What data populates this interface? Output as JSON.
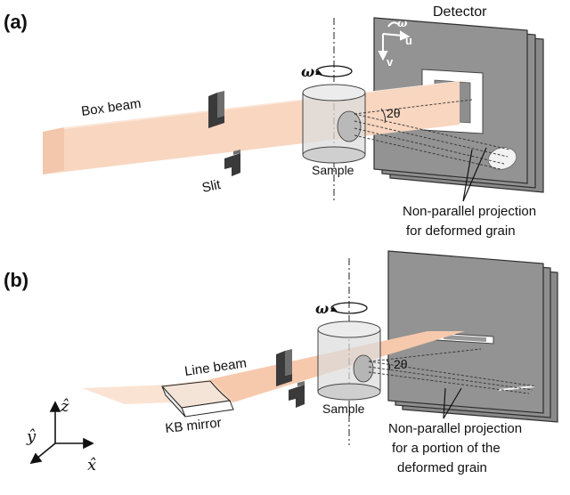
{
  "panel_a": {
    "label": "(a)",
    "beam": "Box beam",
    "slit": "Slit",
    "sample": "Sample",
    "omega": "ω",
    "detector": "Detector",
    "det_omega": "ω",
    "det_u": "u",
    "det_v": "v",
    "two_theta": "2θ",
    "projection_line1": "Non-parallel projection",
    "projection_line2": "for deformed grain"
  },
  "panel_b": {
    "label": "(b)",
    "beam": "Line beam",
    "mirror": "KB mirror",
    "sample": "Sample",
    "omega": "ω",
    "two_theta": "2θ",
    "projection_line1": "Non-parallel projection",
    "projection_line2": "for a portion of the",
    "projection_line3": "deformed grain",
    "axis_x": "x̂",
    "axis_y": "ŷ",
    "axis_z": "ẑ"
  },
  "colors": {
    "beam": "#f8d8c4",
    "beam_dark": "#e9b99c",
    "detector": "#8c8c8c",
    "detector_edge": "#3a3a3a",
    "sample": "#d9d9d9",
    "slit": "#3c3c3c"
  }
}
